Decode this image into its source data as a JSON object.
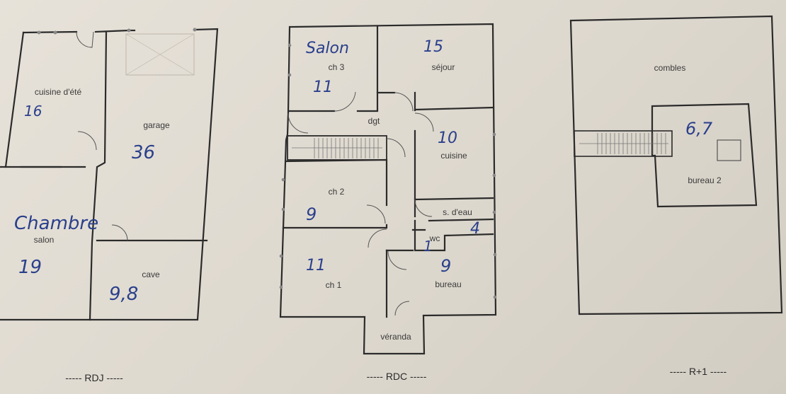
{
  "plans": {
    "rdj": {
      "caption": "----- RDJ -----",
      "rooms": {
        "cuisine_ete": {
          "label": "cuisine d'été",
          "area": "16"
        },
        "garage": {
          "label": "garage",
          "area": "36"
        },
        "chambre_salon": {
          "note": "Chambre",
          "label": "salon",
          "area": "19"
        },
        "cave": {
          "label": "cave",
          "area": "9,8"
        }
      }
    },
    "rdc": {
      "caption": "----- RDC -----",
      "rooms": {
        "ch3": {
          "note": "Salon",
          "label": "ch 3",
          "area": "11"
        },
        "sejour": {
          "label": "séjour",
          "area": "15"
        },
        "dgt": {
          "label": "dgt"
        },
        "cuisine": {
          "label": "cuisine",
          "area": "10"
        },
        "ch2": {
          "label": "ch 2",
          "area": "9"
        },
        "sdeau": {
          "label": "s. d'eau",
          "area": "4"
        },
        "wc": {
          "label": "wc",
          "area": "1"
        },
        "ch1": {
          "label": "ch 1",
          "area": "11"
        },
        "bureau": {
          "label": "bureau",
          "area": "9"
        },
        "veranda": {
          "label": "véranda"
        }
      }
    },
    "r1": {
      "caption": "----- R+1 -----",
      "rooms": {
        "combles": {
          "label": "combles"
        },
        "bureau2": {
          "label": "bureau 2",
          "area": "6,7"
        }
      }
    }
  },
  "colors": {
    "paper": "#e3ded5",
    "wall": "#2b2b2b",
    "ink": "#2a3f8c"
  }
}
